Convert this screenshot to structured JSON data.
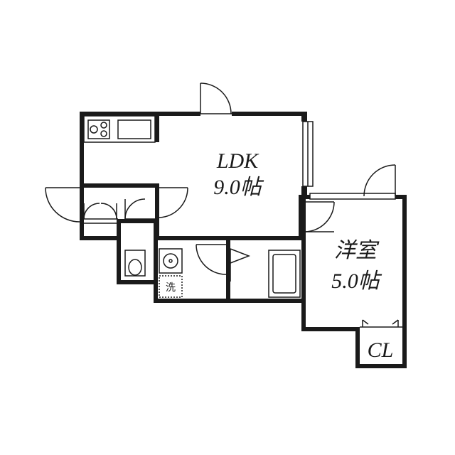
{
  "plan": {
    "rooms": {
      "ldk": {
        "name": "LDK",
        "size": "9.0帖"
      },
      "western": {
        "name": "洋室",
        "size": "5.0帖"
      },
      "closet": {
        "name": "CL"
      }
    },
    "washer_label": "洗",
    "colors": {
      "line": "#1a1a1a",
      "background": "#ffffff"
    }
  }
}
